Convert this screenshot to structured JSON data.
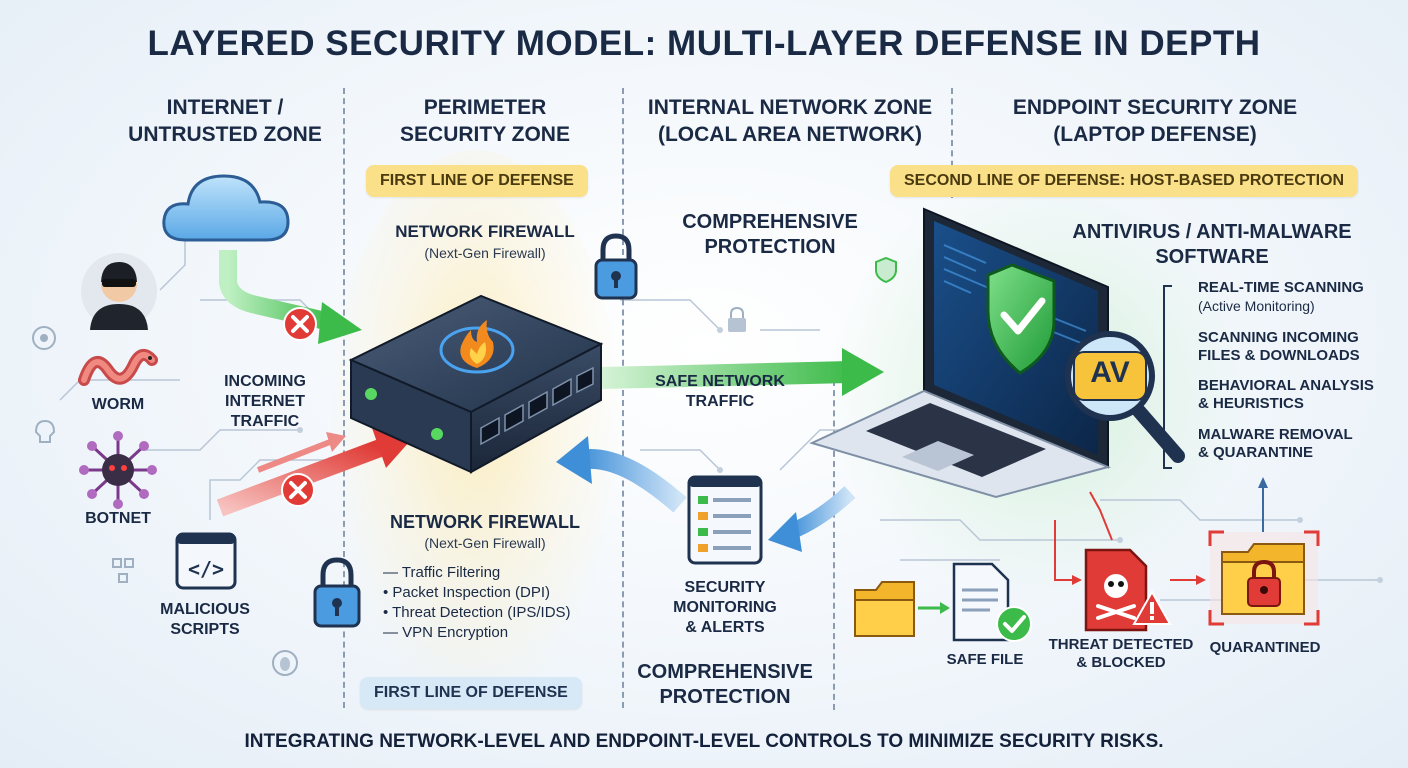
{
  "title": "LAYERED SECURITY MODEL: MULTI-LAYER DEFENSE IN DEPTH",
  "zones": {
    "internet": "INTERNET /\nUNTRUSTED ZONE",
    "perimeter": "PERIMETER\nSECURITY ZONE",
    "internal": "INTERNAL NETWORK ZONE\n(LOCAL AREA NETWORK)",
    "endpoint": "ENDPOINT SECURITY ZONE\n(LAPTOP DEFENSE)"
  },
  "perimeter": {
    "badge_top": "FIRST LINE OF DEFENSE",
    "firewall_title": "NETWORK FIREWALL",
    "firewall_sub": "(Next-Gen Firewall)",
    "firewall_title_2": "NETWORK FIREWALL",
    "firewall_sub_2": "(Next-Gen Firewall)",
    "features": [
      "— Traffic Filtering",
      "• Packet Inspection (DPI)",
      "• Threat Detection (IPS/IDS)",
      "— VPN Encryption"
    ],
    "badge_bottom": "FIRST LINE OF DEFENSE"
  },
  "threats": {
    "worm": "WORM",
    "botnet": "BOTNET",
    "scripts": "MALICIOUS\nSCRIPTS",
    "incoming": "INCOMING\nINTERNET\nTRAFFIC"
  },
  "internal": {
    "comp_top": "COMPREHENSIVE\nPROTECTION",
    "safe_traffic": "SAFE NETWORK\nTRAFFIC",
    "monitoring": "SECURITY\nMONITORING\n& ALERTS",
    "comp_bottom": "COMPREHENSIVE\nPROTECTION"
  },
  "endpoint": {
    "badge": "SECOND LINE OF DEFENSE: HOST-BASED PROTECTION",
    "av_title": "ANTIVIRUS / ANTI-MALWARE\nSOFTWARE",
    "av_badge": "AV",
    "features": [
      {
        "title": "REAL-TIME SCANNING",
        "sub": "(Active Monitoring)"
      },
      {
        "title": "SCANNING INCOMING\nFILES & DOWNLOADS",
        "sub": ""
      },
      {
        "title": "BEHAVIORAL ANALYSIS\n& HEURISTICS",
        "sub": ""
      },
      {
        "title": "MALWARE REMOVAL\n& QUARANTINE",
        "sub": ""
      }
    ],
    "safe_file": "SAFE FILE",
    "threat": "THREAT DETECTED\n& BLOCKED",
    "quarantined": "QUARANTINED"
  },
  "footer": "INTEGRATING NETWORK-LEVEL AND ENDPOINT-LEVEL CONTROLS TO MINIMIZE SECURITY RISKS.",
  "colors": {
    "accent_green": "#3dbb4a",
    "threat_red": "#e03b36",
    "badge_yellow": "#fbe08a",
    "flow_blue": "#3f8fd8"
  }
}
